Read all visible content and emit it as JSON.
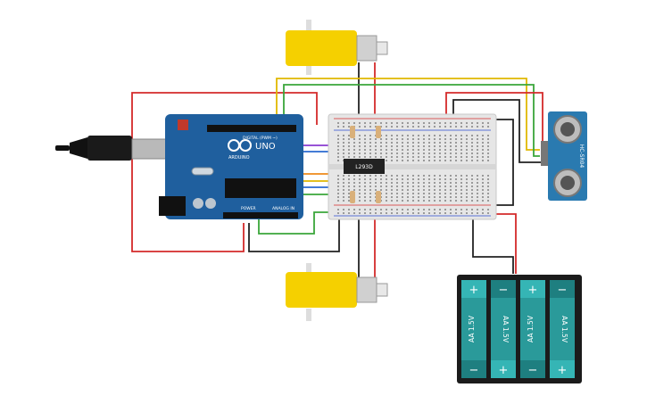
{
  "arduino": {
    "brand": "ARDUINO",
    "model": "UNO",
    "digital_label": "DIGITAL (PWM ~)",
    "power_label": "POWER",
    "analog_label": "ANALOG IN"
  },
  "driver_chip": {
    "label": "L293D"
  },
  "sensor": {
    "label": "HC-SR04"
  },
  "battery_pack": {
    "cells": [
      {
        "label": "AA 1.5V",
        "top_symbol": "+",
        "bottom_symbol": "−"
      },
      {
        "label": "AA 1.5V",
        "top_symbol": "−",
        "bottom_symbol": "+"
      },
      {
        "label": "AA 1.5V",
        "top_symbol": "+",
        "bottom_symbol": "−"
      },
      {
        "label": "AA 1.5V",
        "top_symbol": "−",
        "bottom_symbol": "+"
      }
    ]
  },
  "colors": {
    "arduino_blue": "#1f5f9e",
    "motor_yellow": "#f5d000",
    "battery_teal": "#2a9a9a",
    "wire_red": "#d42a2a",
    "wire_black": "#222222",
    "wire_green": "#3aa63a",
    "wire_yellow": "#e0b800",
    "wire_orange": "#ee8a1a",
    "wire_purple": "#8a3ad0",
    "wire_blue": "#2a6ad0"
  }
}
